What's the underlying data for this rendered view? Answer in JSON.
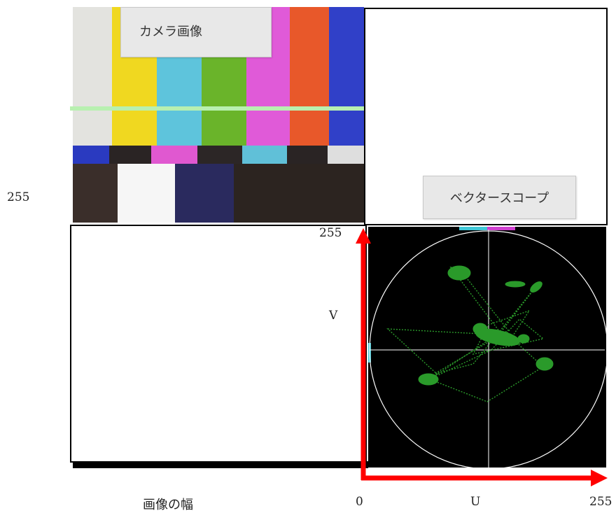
{
  "camera_panel": {
    "label": "カメラ画像"
  },
  "vectorscope_panel": {
    "label": "ベクタースコープ"
  },
  "axis": {
    "left_max": "255",
    "v_max": "255",
    "v_label": "V",
    "u_min": "0",
    "u_label": "U",
    "u_max": "255",
    "width_label": "画像の幅"
  },
  "colors": {
    "accent_arrow": "#ff0000",
    "scope_trace": "#2a9a2a",
    "scope_grid": "#ffffff",
    "scanline": "#b8f0b0"
  },
  "color_bars": [
    {
      "name": "white-bar",
      "color": "#e6e6e2"
    },
    {
      "name": "yellow-bar",
      "color": "#f0d820"
    },
    {
      "name": "cyan-bar",
      "color": "#5ec4dc"
    },
    {
      "name": "green-bar",
      "color": "#6ab42a"
    },
    {
      "name": "magenta-bar",
      "color": "#e05ad8"
    },
    {
      "name": "red-bar",
      "color": "#e8582a"
    },
    {
      "name": "blue-bar",
      "color": "#3040c8"
    }
  ]
}
